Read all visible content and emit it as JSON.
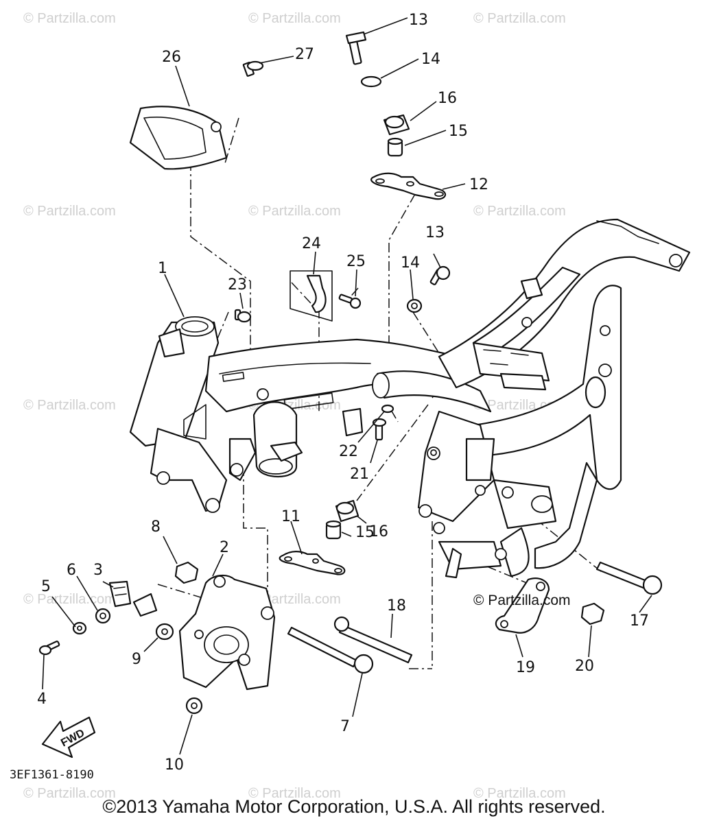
{
  "watermark_text": "© Partzilla.com",
  "diagram": {
    "part_callouts": {
      "c1": "1",
      "c2": "2",
      "c3": "3",
      "c4": "4",
      "c5": "5",
      "c6": "6",
      "c7": "7",
      "c8": "8",
      "c9": "9",
      "c10": "10",
      "c11": "11",
      "c12": "12",
      "c13a": "13",
      "c13b": "13",
      "c14a": "14",
      "c14b": "14",
      "c15a": "15",
      "c15b": "15",
      "c16a": "16",
      "c16b": "16",
      "c17": "17",
      "c18": "18",
      "c19": "19",
      "c20": "20",
      "c21": "21",
      "c22": "22",
      "c23": "23",
      "c24": "24",
      "c25": "25",
      "c26": "26",
      "c27": "27"
    },
    "fwd_arrow_label": "FWD",
    "inline_watermark": "© Partzilla.com",
    "diagram_code": "3EF1361-8190"
  },
  "footer": {
    "copyright": "©2013 Yamaha Motor Corporation, U.S.A. All rights reserved."
  }
}
